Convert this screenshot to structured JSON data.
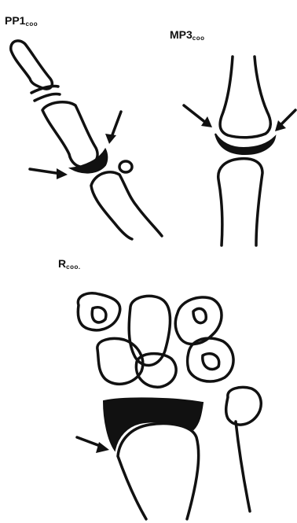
{
  "labels": {
    "pp1": {
      "text": "PP1",
      "sub": "coo"
    },
    "mp3": {
      "text": "MP3",
      "sub": "coo"
    },
    "radius": {
      "text": "R",
      "sub": "coo."
    }
  },
  "colors": {
    "ink": "#111111",
    "background": "#ffffff"
  },
  "figures": [
    {
      "id": "pp1",
      "markers": [
        "arrow-icon",
        "arrow-icon"
      ]
    },
    {
      "id": "mp3",
      "markers": [
        "arrow-icon",
        "arrow-icon"
      ]
    },
    {
      "id": "radius",
      "markers": [
        "arrow-icon"
      ]
    }
  ]
}
